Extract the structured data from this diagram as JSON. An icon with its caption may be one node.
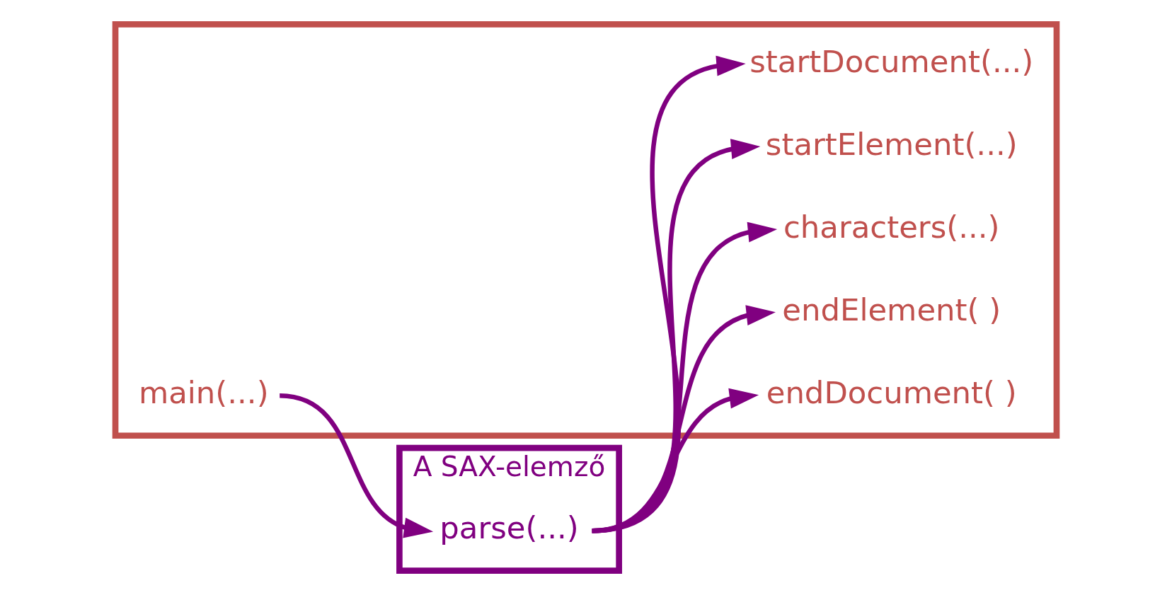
{
  "diagram": {
    "nodes": [
      {
        "text": [],
        "shape": "box"
      },
      {
        "text": [
          "A SAX-elemző"
        ]
      },
      {
        "text": [
          "main(...)"
        ],
        "in": 0
      },
      {
        "text": [
          "parse(...)"
        ],
        "in": 1
      },
      {
        "text": [
          "startDocument(...)"
        ],
        "in": 0
      },
      {
        "text": [
          "startElement(...)"
        ],
        "in": 0
      },
      {
        "text": [
          "characters(...)"
        ],
        "in": 0
      },
      {
        "text": [
          "endElement( )"
        ],
        "in": 0
      },
      {
        "text": [
          "endDocument( )"
        ],
        "in": 0
      }
    ],
    "edges": [
      {
        "from": 2,
        "to": 3,
        "arrow": "to"
      },
      {
        "from": 3,
        "to": 4,
        "arrow": "to"
      },
      {
        "from": 3,
        "to": 5,
        "arrow": "to"
      },
      {
        "from": 3,
        "to": 6,
        "arrow": "to"
      },
      {
        "from": 3,
        "to": 7,
        "arrow": "to"
      },
      {
        "from": 3,
        "to": 8,
        "arrow": "to"
      }
    ]
  }
}
